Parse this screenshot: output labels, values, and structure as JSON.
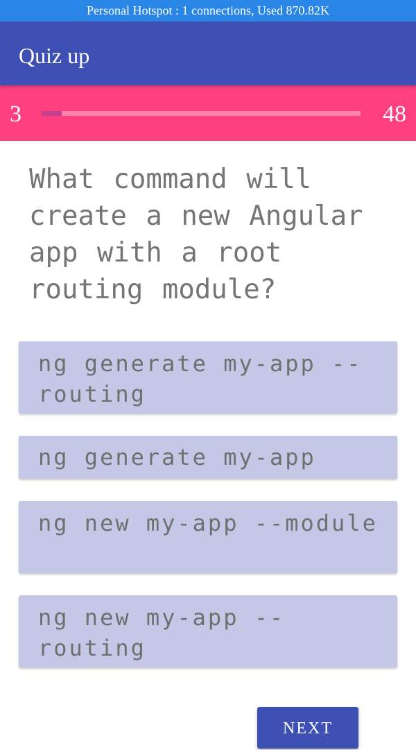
{
  "status_bar": {
    "text": "Personal Hotspot : 1 connections, Used 870.82K"
  },
  "app_bar": {
    "title": "Quiz up"
  },
  "progress": {
    "current": "3",
    "total": "48",
    "fraction": 0.0625
  },
  "question": {
    "text": "What command will create a new Angular app with a root routing module?"
  },
  "options": [
    {
      "label": "ng generate my-app --routing"
    },
    {
      "label": "ng generate my-app"
    },
    {
      "label": "ng new my-app --module"
    },
    {
      "label": "ng new my-app --routing"
    }
  ],
  "actions": {
    "next_label": "NEXT"
  },
  "colors": {
    "status_bar": "#2a86e6",
    "app_bar": "#3e50b4",
    "progress_area": "#fe4081",
    "progress_fill": "#c2408c",
    "option_background": "#c4c8e6"
  }
}
